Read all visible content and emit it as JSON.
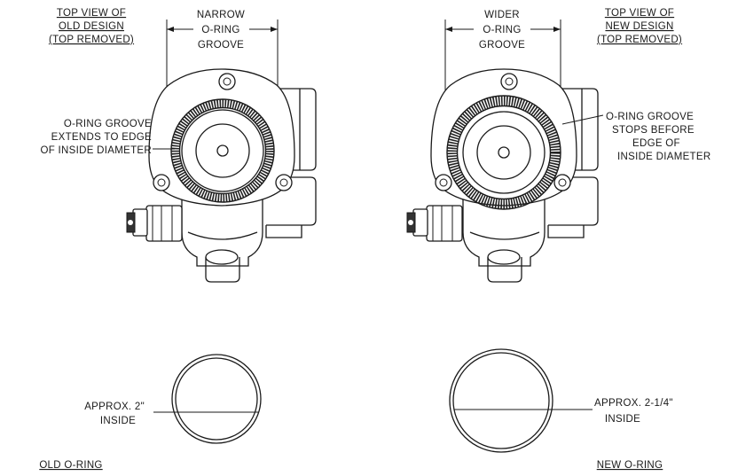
{
  "old_design": {
    "title_line1": "TOP VIEW OF",
    "title_line2": "OLD DESIGN",
    "title_line3": "(TOP REMOVED)",
    "groove_width_line1": "NARROW",
    "groove_width_line2": "O-RING",
    "groove_width_line3": "GROOVE",
    "groove_note_line1": "O-RING GROOVE",
    "groove_note_line2": "EXTENDS TO EDGE",
    "groove_note_line3": "OF INSIDE DIAMETER",
    "ring_size_line1": "APPROX. 2\"",
    "ring_size_line2": "INSIDE",
    "ring_label": "OLD O-RING"
  },
  "new_design": {
    "title_line1": "TOP VIEW OF",
    "title_line2": "NEW DESIGN",
    "title_line3": "(TOP REMOVED)",
    "groove_width_line1": "WIDER",
    "groove_width_line2": "O-RING",
    "groove_width_line3": "GROOVE",
    "groove_note_line1": "O-RING GROOVE",
    "groove_note_line2": "STOPS BEFORE",
    "groove_note_line3": "EDGE OF",
    "groove_note_line4": "INSIDE DIAMETER",
    "ring_size_line1": "APPROX. 2-1/4\"",
    "ring_size_line2": "INSIDE",
    "ring_label": "NEW O-RING"
  }
}
